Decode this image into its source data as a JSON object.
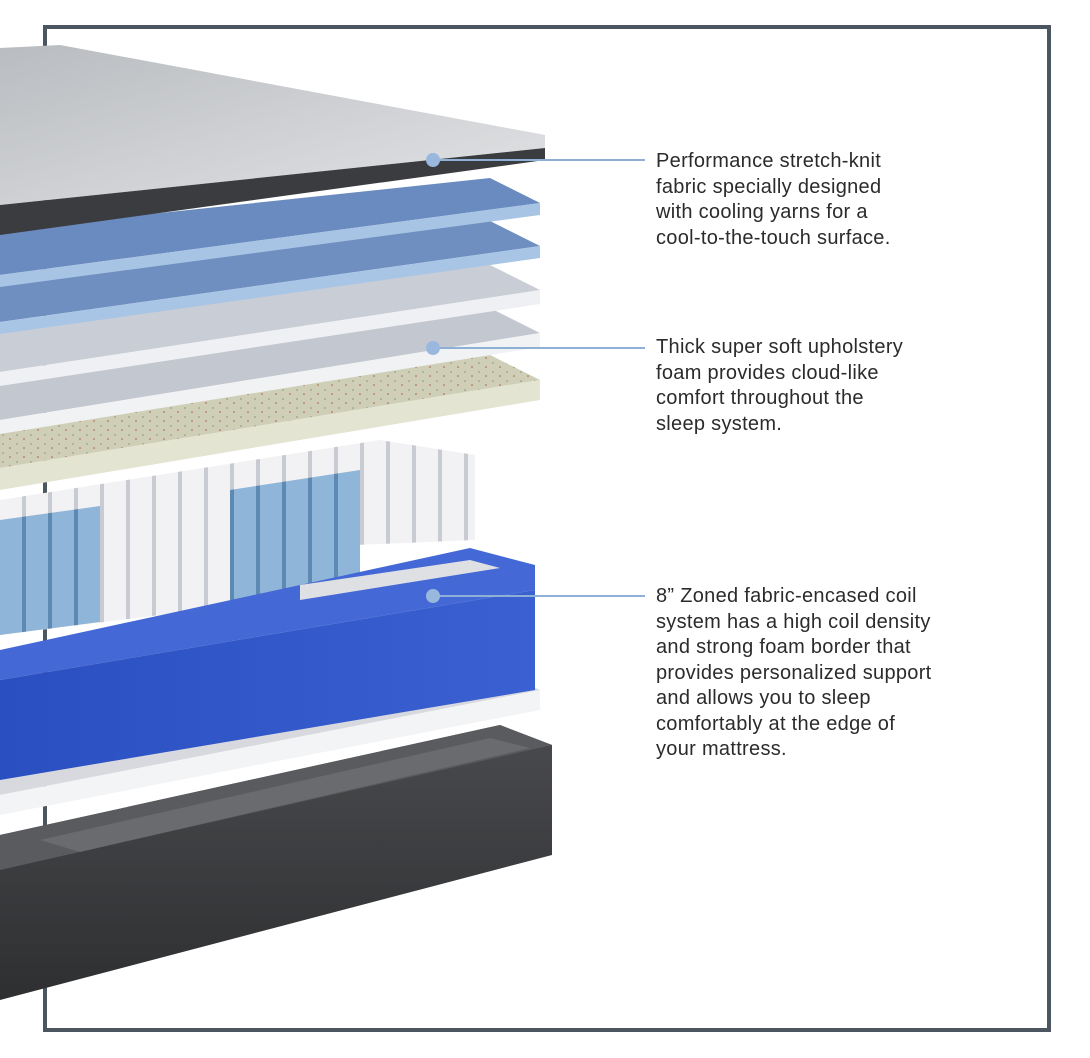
{
  "callouts": [
    {
      "lines": [
        "Performance stretch-knit",
        "fabric specially designed",
        "with cooling yarns for a",
        "cool-to-the-touch surface."
      ]
    },
    {
      "lines": [
        "Thick super soft upholstery",
        "foam provides cloud-like",
        "comfort throughout the",
        "sleep system."
      ]
    },
    {
      "lines": [
        "8” Zoned fabric-encased coil",
        "system has a high coil density",
        "and strong foam border that",
        "provides personalized support",
        "and allows you to sleep",
        "comfortably at the edge of",
        "your mattress."
      ]
    }
  ],
  "colors": {
    "frame": "#4b5661",
    "leader": "#8fb0d6",
    "blue_border": "#2f56c9",
    "text": "#2b2b2b"
  }
}
